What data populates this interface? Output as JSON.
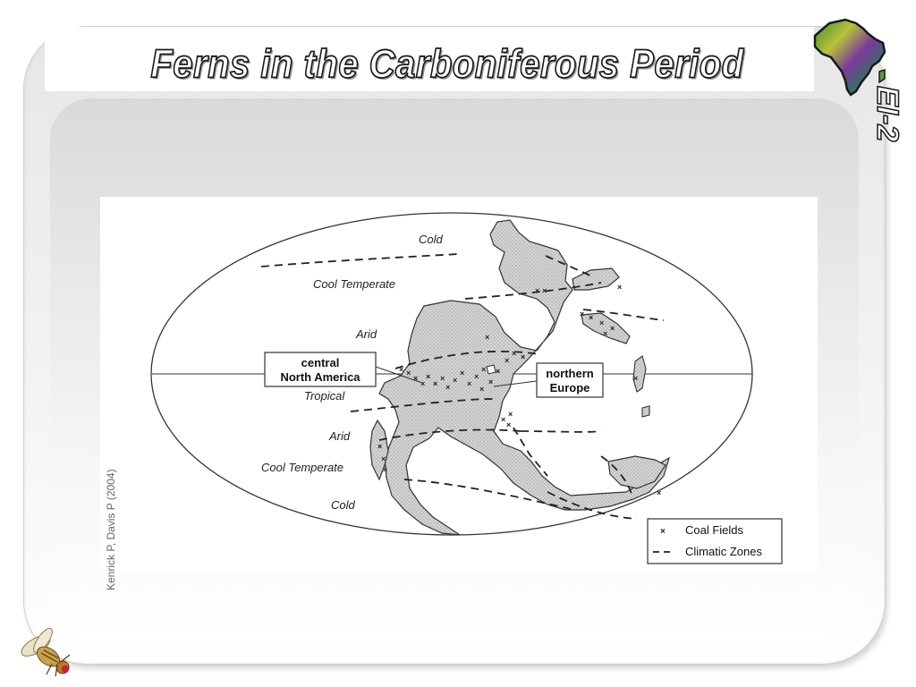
{
  "slide": {
    "title": "Ferns in the Carboniferous Period",
    "code": "EI-2",
    "credit": "Kenrick P, Davis P (2004)"
  },
  "map": {
    "zone_labels": {
      "cold_north": "Cold",
      "cool_temperate_north": "Cool Temperate",
      "arid_north": "Arid",
      "tropical": "Tropical",
      "arid_south": "Arid",
      "cool_temperate_south": "Cool Temperate",
      "cold_south": "Cold"
    },
    "callouts": {
      "central_north_america": [
        "central",
        "North America"
      ],
      "northern_europe": [
        "northern",
        "Europe"
      ]
    },
    "legend": {
      "coal_fields": "Coal Fields",
      "climatic_zones": "Climatic Zones"
    },
    "colors": {
      "land_fill": "#d2d2d2",
      "outline": "#222222"
    }
  }
}
